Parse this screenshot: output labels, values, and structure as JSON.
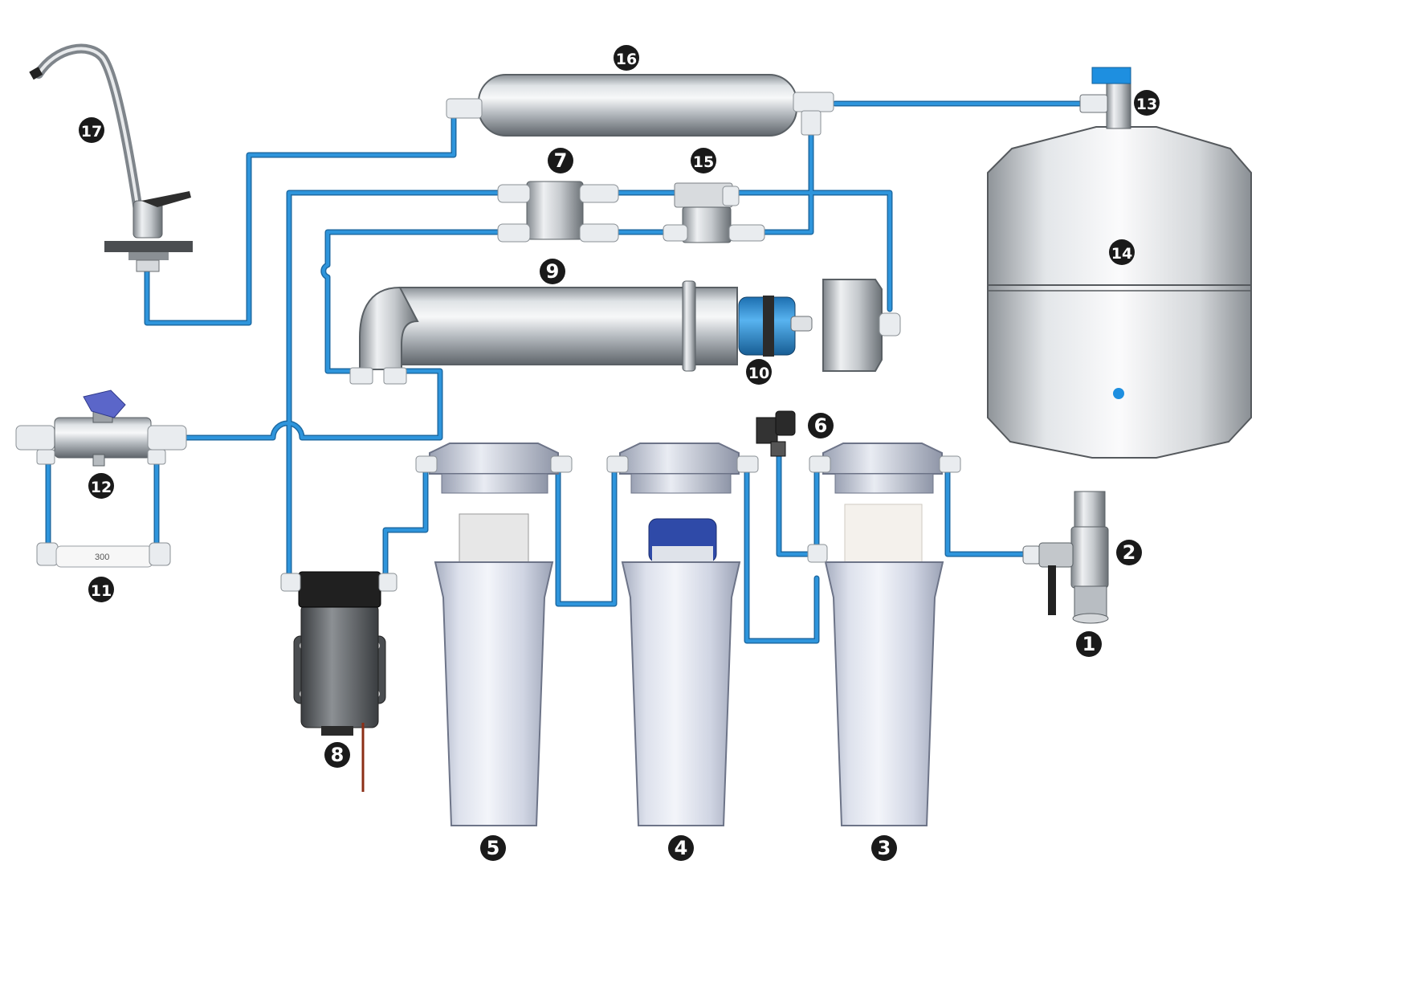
{
  "colors": {
    "pipe": "#2a8fd6",
    "pipe_edge": "#1d6aa3",
    "badge": "#1a1a1a",
    "badge_text": "#ffffff",
    "metal_dark": "#6e7378",
    "metal_light": "#f2f4f6",
    "housing": "#c9cfdb",
    "housing_light": "#f1f3f8",
    "pump": "#2b2b2b",
    "tank_indicator": "#1e8fe0",
    "valve_handle": "#5b66c9",
    "membrane_band": "#2e8fd4"
  },
  "labels": {
    "n1": "1",
    "n2": "2",
    "n3": "3",
    "n4": "4",
    "n5": "5",
    "n6": "6",
    "n7": "7",
    "n8": "8",
    "n9": "9",
    "n10": "10",
    "n11": "11",
    "n12": "12",
    "n13": "13",
    "n14": "14",
    "n15": "15",
    "n16": "16",
    "n17": "17"
  },
  "flow_restrictor": {
    "text": "300"
  }
}
